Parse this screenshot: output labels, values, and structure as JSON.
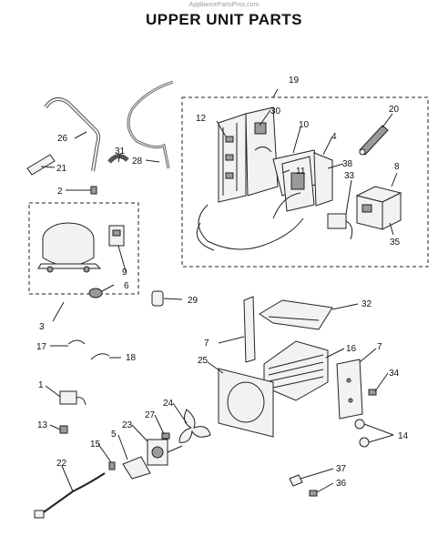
{
  "header": {
    "watermark": "AppliancePartsPros.com",
    "title": "UPPER UNIT PARTS"
  },
  "callouts": [
    "19",
    "12",
    "30",
    "10",
    "4",
    "20",
    "11",
    "38",
    "8",
    "33",
    "35",
    "26",
    "21",
    "31",
    "28",
    "2",
    "9",
    "6",
    "3",
    "29",
    "32",
    "7",
    "16",
    "17",
    "18",
    "25",
    "34",
    "1",
    "24",
    "27",
    "23",
    "13",
    "14",
    "15",
    "5",
    "22",
    "37",
    "36"
  ]
}
